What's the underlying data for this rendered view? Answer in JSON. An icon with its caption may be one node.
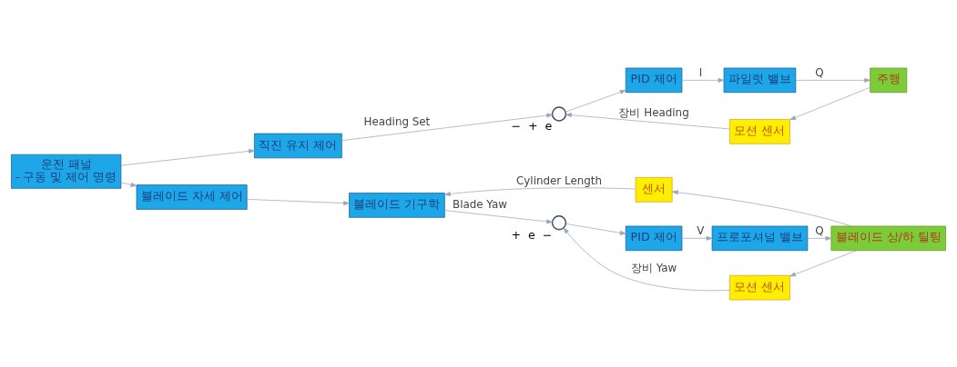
{
  "diagram": {
    "nodes": [
      {
        "text": [
          "운전 패널",
          "- 구동 및 제어 명령"
        ]
      },
      {
        "text": [
          "직진 유지 제어"
        ]
      },
      {
        "text": [
          "블레이드 자세 제어"
        ]
      },
      {
        "text": [
          "블레이드 기구학"
        ]
      },
      {
        "text": [],
        "shape": "circle",
        "beside": [
          "−",
          "+",
          "e"
        ]
      },
      {
        "text": [
          "PID 제어"
        ]
      },
      {
        "text": [
          "파일럿 밸브"
        ]
      },
      {
        "text": [
          "주행"
        ]
      },
      {
        "text": [
          "모션 센서"
        ]
      },
      {
        "text": [],
        "shape": "circle",
        "beside": [
          "+",
          "e",
          "−"
        ]
      },
      {
        "text": [
          "PID 제어"
        ]
      },
      {
        "text": [
          "프로포셔널 밸브"
        ]
      },
      {
        "text": [
          "블레이드 상/하 틸팅"
        ]
      },
      {
        "text": [
          "모션 센서"
        ]
      },
      {
        "text": [
          "센서"
        ]
      }
    ],
    "edges": [
      {
        "from": 0,
        "to": 1,
        "arrow": "to"
      },
      {
        "from": 0,
        "to": 2,
        "arrow": "to"
      },
      {
        "from": 1,
        "to": 4,
        "arrow": "to",
        "label": "Heading Set"
      },
      {
        "from": 4,
        "to": 5,
        "arrow": "to"
      },
      {
        "from": 5,
        "to": 6,
        "arrow": "to",
        "label": "I"
      },
      {
        "from": 6,
        "to": 7,
        "arrow": "to",
        "label": "Q"
      },
      {
        "from": 7,
        "to": 8,
        "arrow": "to"
      },
      {
        "from": 8,
        "to": 4,
        "arrow": "to",
        "label": "장비 Heading"
      },
      {
        "from": 2,
        "to": 3,
        "arrow": "to"
      },
      {
        "from": 3,
        "to": 9,
        "arrow": "to",
        "label": "Blade Yaw"
      },
      {
        "from": 9,
        "to": 10,
        "arrow": "to"
      },
      {
        "from": 10,
        "to": 11,
        "arrow": "to",
        "label": "V"
      },
      {
        "from": 11,
        "to": 12,
        "arrow": "to",
        "label": "Q"
      },
      {
        "from": 12,
        "to": 13,
        "arrow": "to"
      },
      {
        "from": 13,
        "to": 9,
        "arrow": "to",
        "label": "장비 Yaw"
      },
      {
        "from": 12,
        "to": 14,
        "arrow": "to"
      },
      {
        "from": 14,
        "to": 3,
        "arrow": "to",
        "label": "Cylinder Length"
      }
    ]
  }
}
